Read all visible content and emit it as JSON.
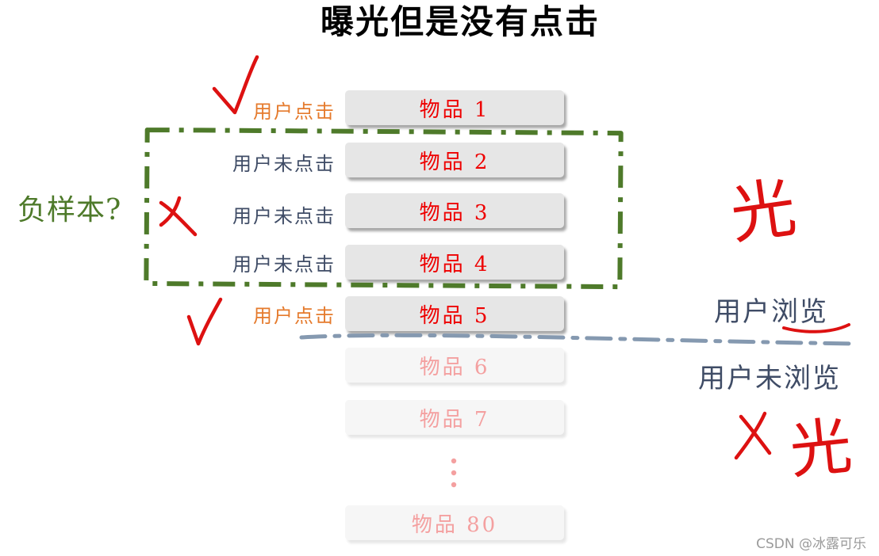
{
  "title": "曝光但是没有点击",
  "items": [
    {
      "label": "物品 1",
      "faded": false,
      "user_label": "用户点击",
      "clicked": true
    },
    {
      "label": "物品 2",
      "faded": false,
      "user_label": "用户未点击",
      "clicked": false
    },
    {
      "label": "物品 3",
      "faded": false,
      "user_label": "用户未点击",
      "clicked": false
    },
    {
      "label": "物品 4",
      "faded": false,
      "user_label": "用户未点击",
      "clicked": false
    },
    {
      "label": "物品 5",
      "faded": false,
      "user_label": "用户点击",
      "clicked": true
    },
    {
      "label": "物品 6",
      "faded": true
    },
    {
      "label": "物品 7",
      "faded": true
    },
    {
      "label": "物品 80",
      "faded": true
    }
  ],
  "negative_sample_label": "负样本?",
  "browsed_label": "用户浏览",
  "not_browsed_label": "用户未浏览",
  "handwriting": {
    "exposed": "光",
    "not_exposed": "光"
  },
  "watermark": "CSDN @冰露可乐",
  "colors": {
    "item_text": "#ee0000",
    "item_text_faded": "#f4a0a0",
    "clicked_label": "#e57a2c",
    "not_clicked_label": "#3f4c66",
    "negative_box": "#4e7a2a",
    "browse_line": "#8599b0",
    "handwriting": "#dd1111"
  }
}
